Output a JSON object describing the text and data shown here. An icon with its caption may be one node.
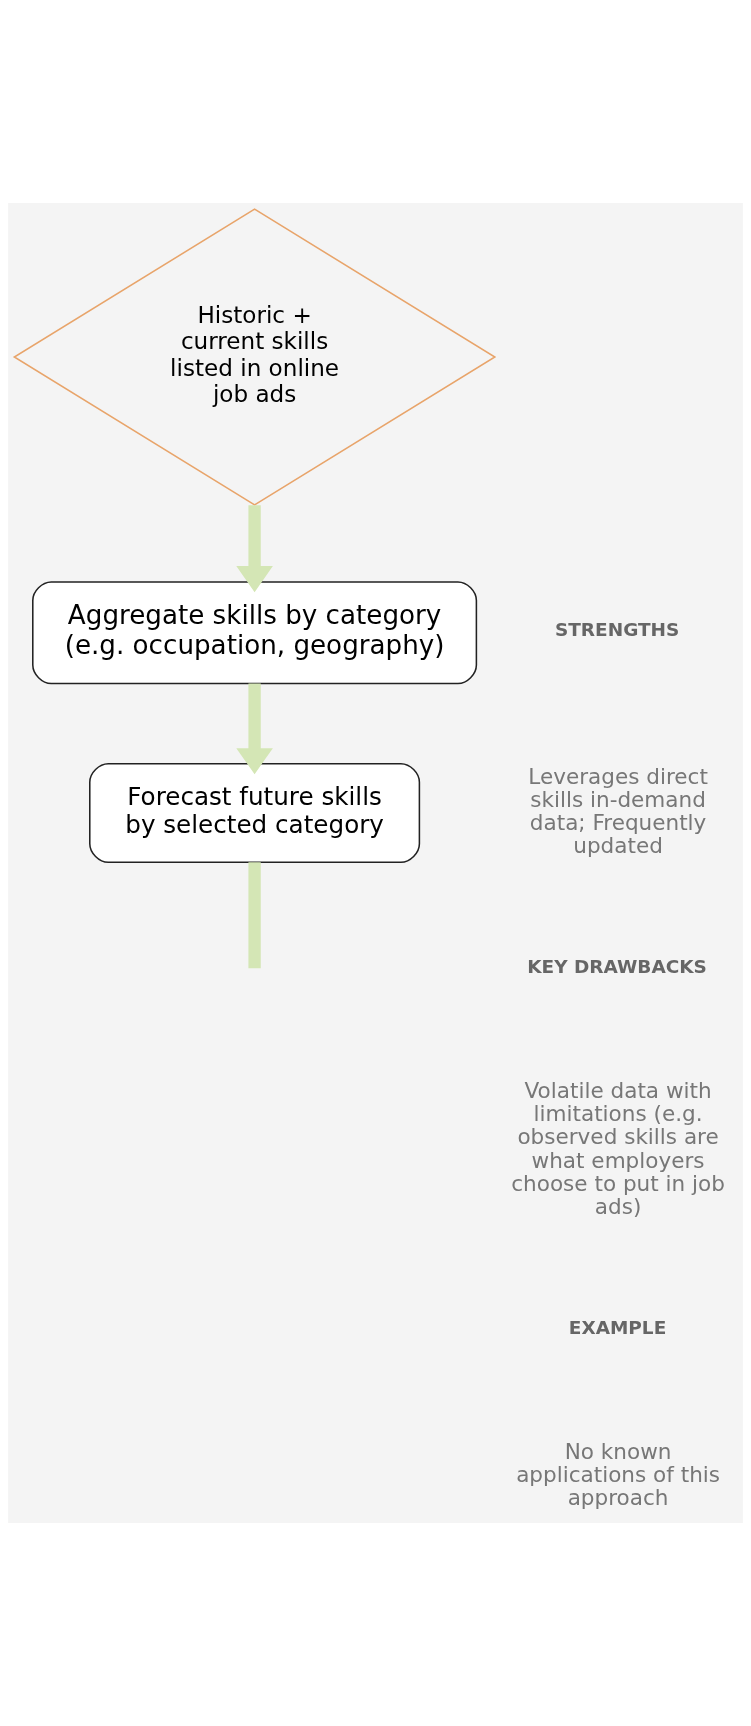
{
  "diagram": {
    "nodes": [
      {
        "text": [
          "Historic + current skills listed in online job ads"
        ]
      },
      {
        "text": [
          "Aggregate skills by category (e.g. occupation, geography)"
        ]
      },
      {
        "text": [
          "Forecast future skills by selected category"
        ]
      }
    ],
    "edges": [
      {
        "from": 0,
        "to": 1,
        "arrow": "to"
      },
      {
        "from": 1,
        "to": 2,
        "arrow": "to"
      },
      {
        "from": 2,
        "to": null,
        "arrow": "none"
      }
    ],
    "labels": [
      "STRENGTHS",
      "Leverages direct skills in-demand data; Frequently updated",
      "KEY DRAWBACKS",
      "Volatile data with limitations (e.g. observed skills are what employers choose to put in job ads)",
      "EXAMPLE",
      "No known applications of this approach"
    ]
  }
}
